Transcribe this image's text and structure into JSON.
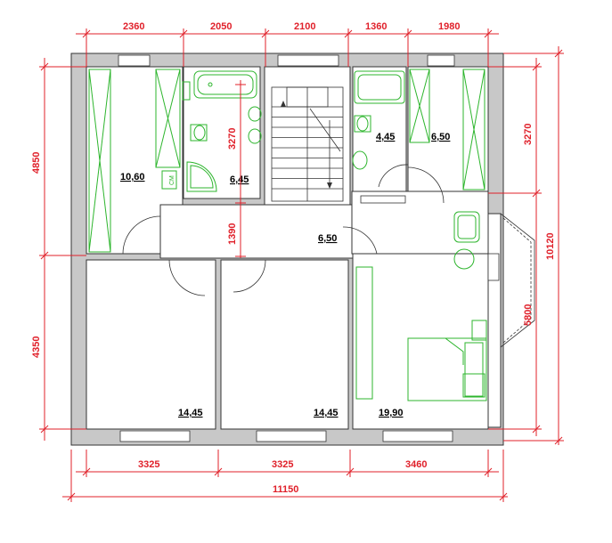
{
  "dimensions": {
    "top": [
      "2360",
      "2050",
      "2100",
      "1360",
      "1980"
    ],
    "bottom": [
      "3325",
      "3325",
      "3460"
    ],
    "total": "11150",
    "left": [
      "4850",
      "4350"
    ],
    "right": [
      "3270",
      "5800",
      "10120"
    ],
    "inner": [
      "3270",
      "1390"
    ]
  },
  "rooms": [
    {
      "id": "room-bedroom-top-left",
      "area": "10,60"
    },
    {
      "id": "room-bath-left",
      "area": "6,45"
    },
    {
      "id": "room-bath-right",
      "area": "4,45"
    },
    {
      "id": "room-bedroom-top-right",
      "area": "6,50"
    },
    {
      "id": "room-hall",
      "area": "6,50"
    },
    {
      "id": "room-bedroom-bottom-left",
      "area": "14,45"
    },
    {
      "id": "room-bedroom-bottom-middle",
      "area": "14,45"
    },
    {
      "id": "room-bedroom-bottom-right",
      "area": "19,90"
    }
  ],
  "appliance_label": "СМ",
  "colors": {
    "dimension": "#e0202a",
    "furniture": "#2db52d",
    "wall": "#c8c8c8"
  }
}
